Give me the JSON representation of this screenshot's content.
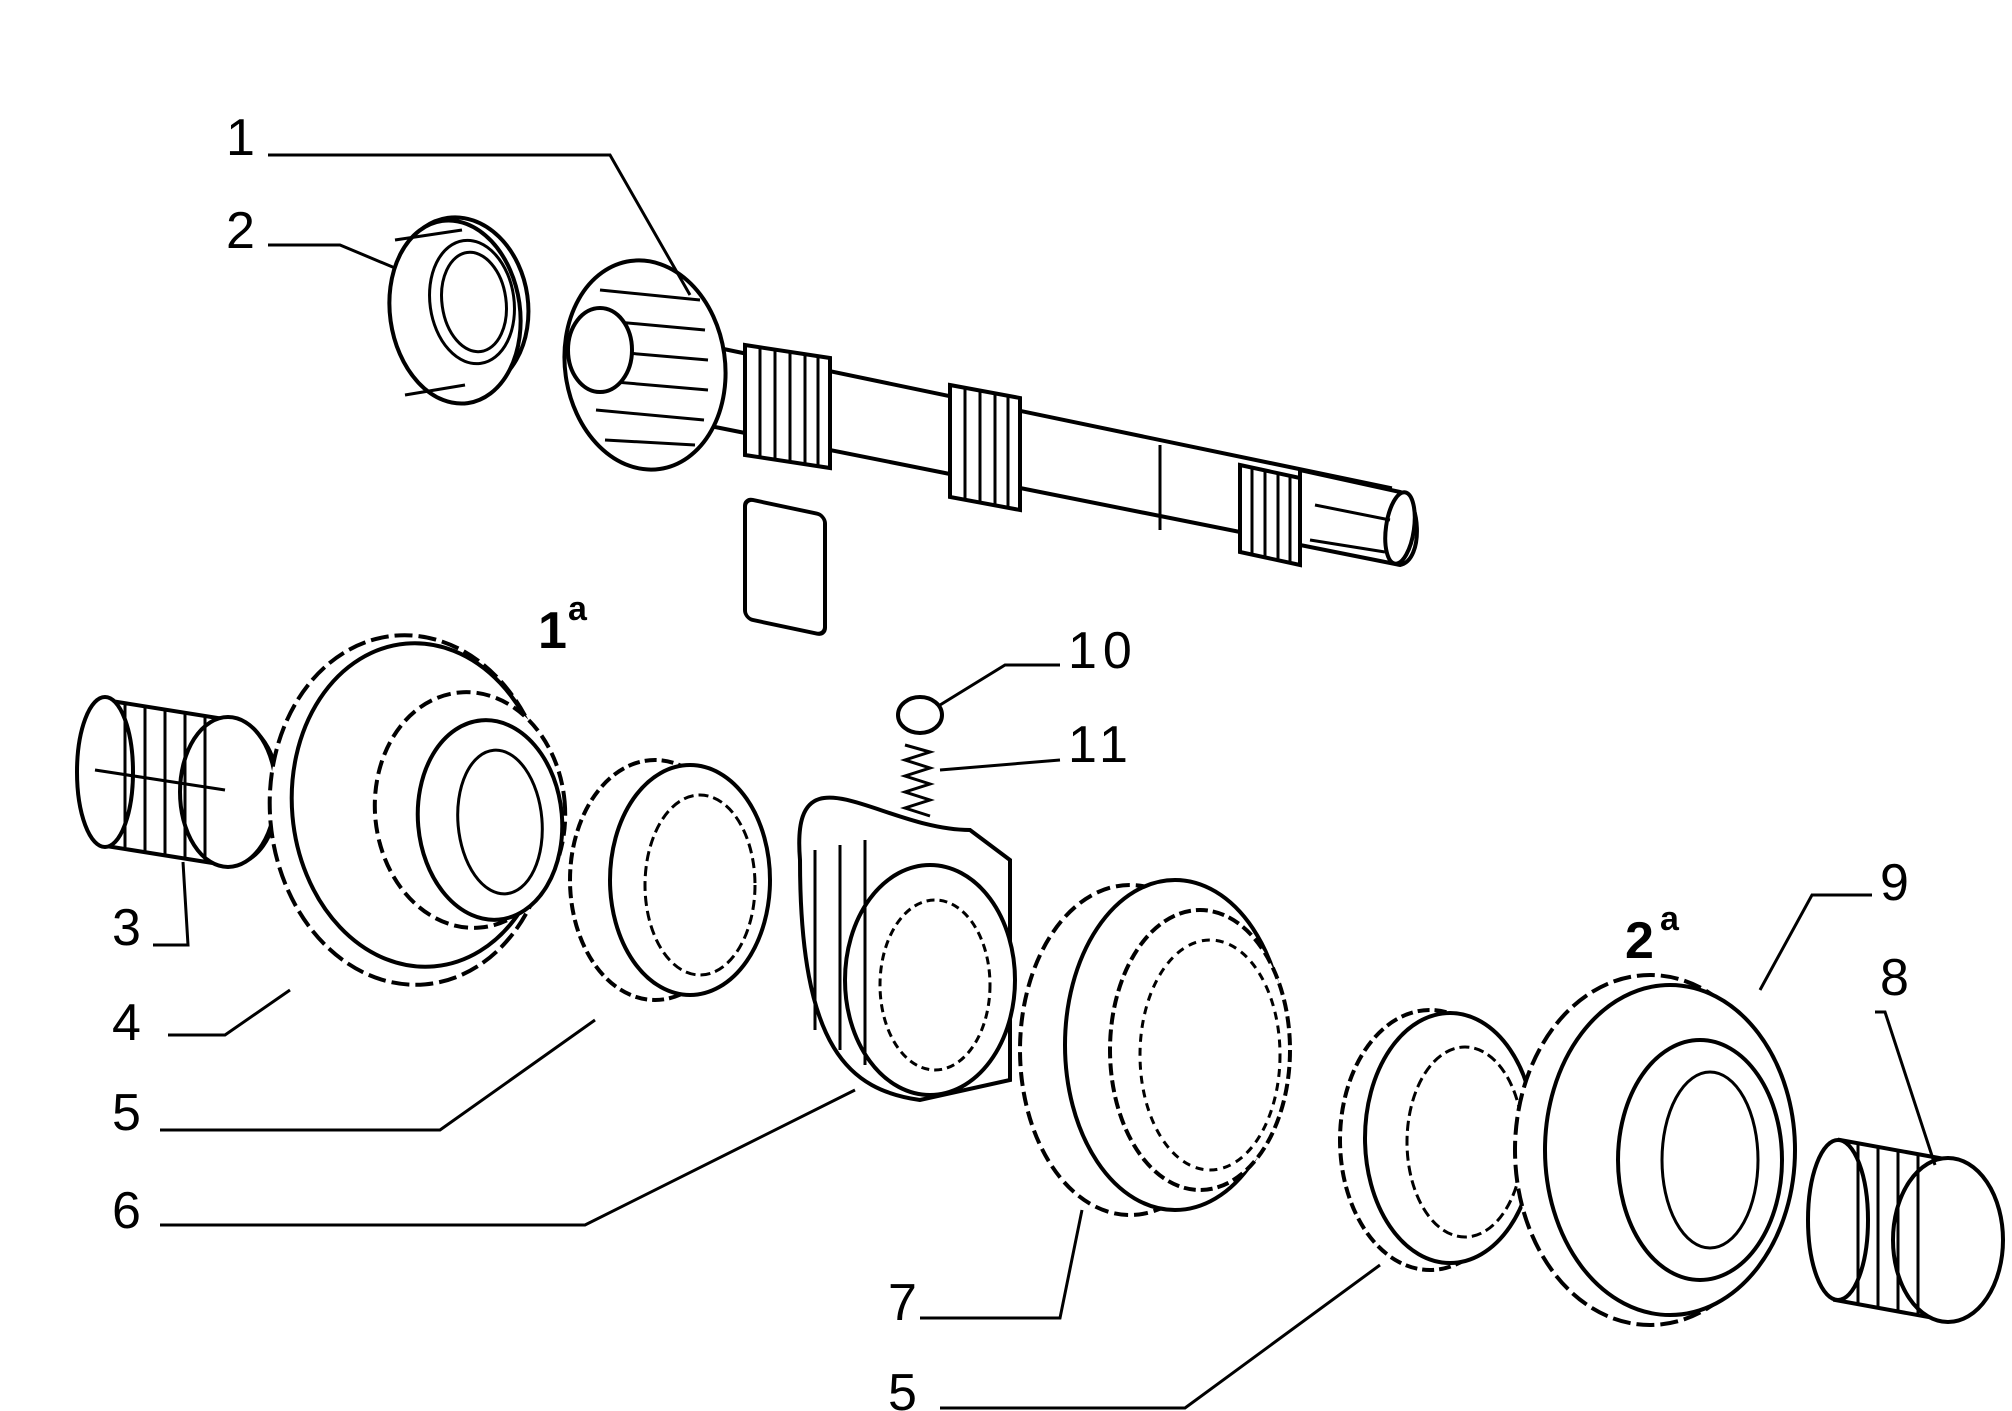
{
  "callouts": {
    "c1": "1",
    "c2": "2",
    "c3": "3",
    "c4": "4",
    "c5a": "5",
    "c5b": "5",
    "c6": "6",
    "c7": "7",
    "c8": "8",
    "c9": "9",
    "c10": "10",
    "c11": "11"
  },
  "gear_labels": {
    "first": {
      "num": "1",
      "sup": "a"
    },
    "second": {
      "num": "2",
      "sup": "a"
    }
  }
}
